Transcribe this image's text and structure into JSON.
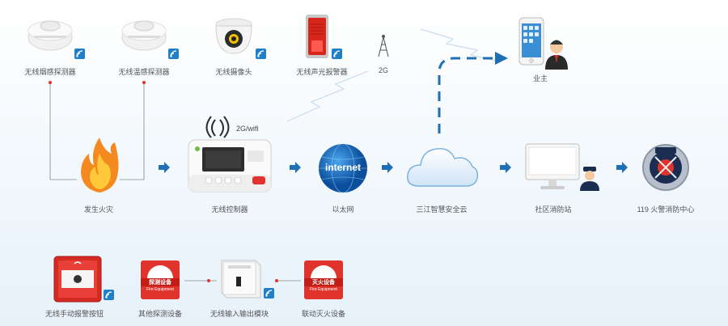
{
  "devices_top": [
    {
      "label": "无线烟感探测器",
      "icon": "smoke-detector-icon"
    },
    {
      "label": "无线温感探测器",
      "icon": "heat-detector-icon"
    },
    {
      "label": "无线摄像头",
      "icon": "camera-icon"
    },
    {
      "label": "无线声光报警器",
      "icon": "siren-icon"
    },
    {
      "label": "2G",
      "icon": "antenna-icon"
    }
  ],
  "owner": {
    "label": "业主",
    "icon": "smartphone-user-icon"
  },
  "flow": {
    "fire": "发生火灾",
    "controller": "无线控制器",
    "controller_signal": "2G/wifi",
    "ethernet": "以太网",
    "internet_text": "internet",
    "cloud": "三江智慧安全云",
    "station": "社区消防站",
    "center": "119 火警消防中心"
  },
  "devices_bottom": [
    {
      "label": "无线手动报警按钮",
      "icon": "manual-alarm-button-icon"
    },
    {
      "label": "其他探测设备",
      "icon": "detection-equipment-icon",
      "badge_cn": "探测设备",
      "badge_en": "Fire Equipment"
    },
    {
      "label": "无线输入输出模块",
      "icon": "io-module-icon"
    },
    {
      "label": "联动灭火设备",
      "icon": "extinguish-equipment-icon",
      "badge_cn": "灭火设备",
      "badge_en": "Fire Equipment"
    }
  ],
  "colors": {
    "accent": "#1f7fc9",
    "red": "#e0332b",
    "arrow": "#1f6fb5"
  }
}
